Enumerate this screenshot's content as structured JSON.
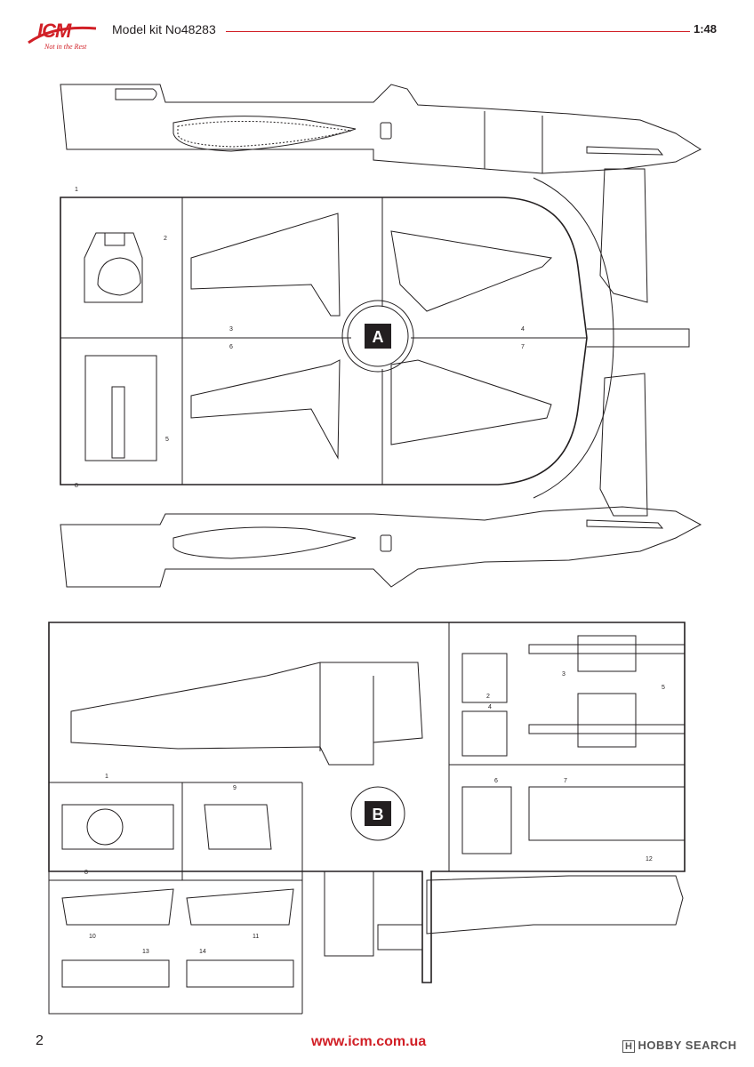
{
  "header": {
    "logo_text": "ICM",
    "logo_tagline": "Not in the Rest",
    "kit_title": "Model kit No48283",
    "scale": "1:48"
  },
  "sprues": {
    "a": {
      "label": "A",
      "part_numbers": [
        "1",
        "2",
        "3",
        "4",
        "5",
        "6",
        "7",
        "8"
      ]
    },
    "b": {
      "label": "B",
      "part_numbers": [
        "1",
        "2",
        "3",
        "4",
        "5",
        "6",
        "7",
        "8",
        "9",
        "10",
        "11",
        "12",
        "13",
        "14"
      ]
    }
  },
  "footer": {
    "page_number": "2",
    "website": "www.icm.com.ua",
    "watermark_box": "H",
    "watermark": "HOBBY SEARCH"
  }
}
